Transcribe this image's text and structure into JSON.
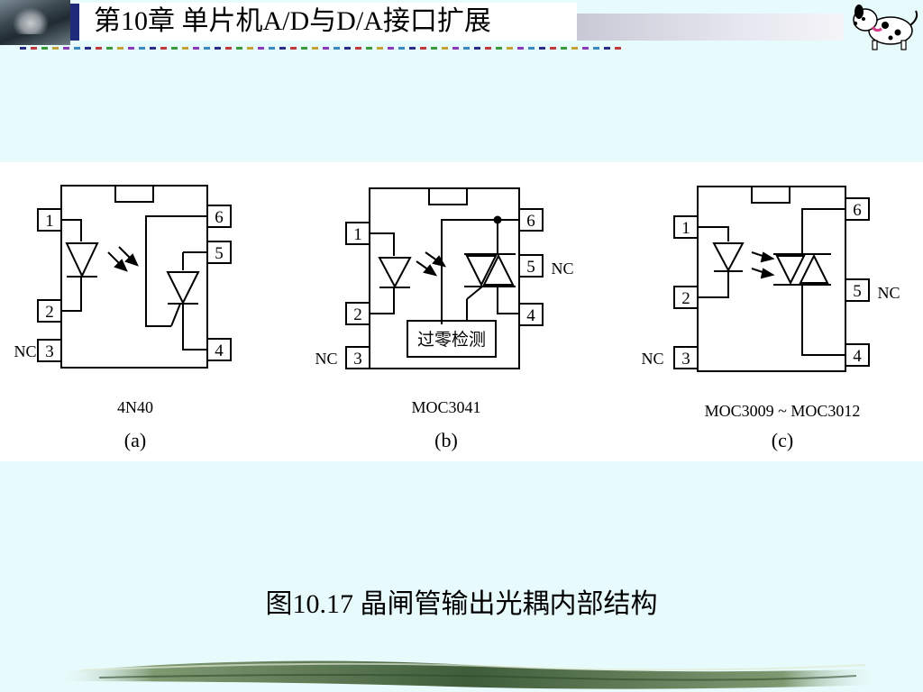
{
  "header": {
    "title": "第10章 单片机A/D与D/A接口扩展"
  },
  "figures": [
    {
      "name": "4N40",
      "label": "(a)",
      "pins": [
        "1",
        "2",
        "3",
        "4",
        "5",
        "6"
      ],
      "nc_label": "NC"
    },
    {
      "name": "MOC3041",
      "label": "(b)",
      "pins": [
        "1",
        "2",
        "3",
        "4",
        "5",
        "6"
      ],
      "nc_left": "NC",
      "nc_right": "NC",
      "box_text": "过零检测"
    },
    {
      "name": "MOC3009 ~ MOC3012",
      "label": "(c)",
      "pins": [
        "1",
        "2",
        "3",
        "4",
        "5",
        "6"
      ],
      "nc_left": "NC",
      "nc_right": "NC"
    }
  ],
  "caption": "图10.17 晶闸管输出光耦内部结构",
  "colors": {
    "background": "#e8fbfc",
    "title_accent": "#1f2a7a"
  }
}
